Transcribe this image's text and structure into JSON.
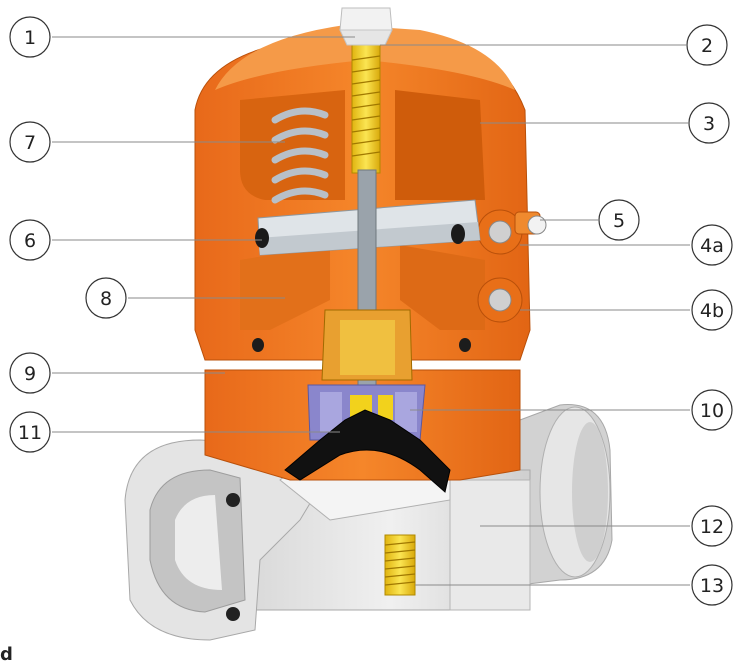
{
  "labels": {
    "n1": "1",
    "n2": "2",
    "n3": "3",
    "n4a": "4a",
    "n4b": "4b",
    "n5": "5",
    "n6": "6",
    "n7": "7",
    "n8": "8",
    "n9": "9",
    "n10": "10",
    "n11": "11",
    "n12": "12",
    "n13": "13"
  },
  "corner_letter": "d",
  "colors": {
    "housing_orange": "#f07a1e",
    "housing_shadow": "#c9560b",
    "body_grey": "#e2e2e2",
    "body_shadow": "#b9b9b9",
    "spindle_yellow": "#f2d21c",
    "compressor_blue": "#8a86cc",
    "diaphragm_black": "#111111",
    "spring_grey": "#bfc6cc",
    "leader_line": "#8a8a8a"
  }
}
